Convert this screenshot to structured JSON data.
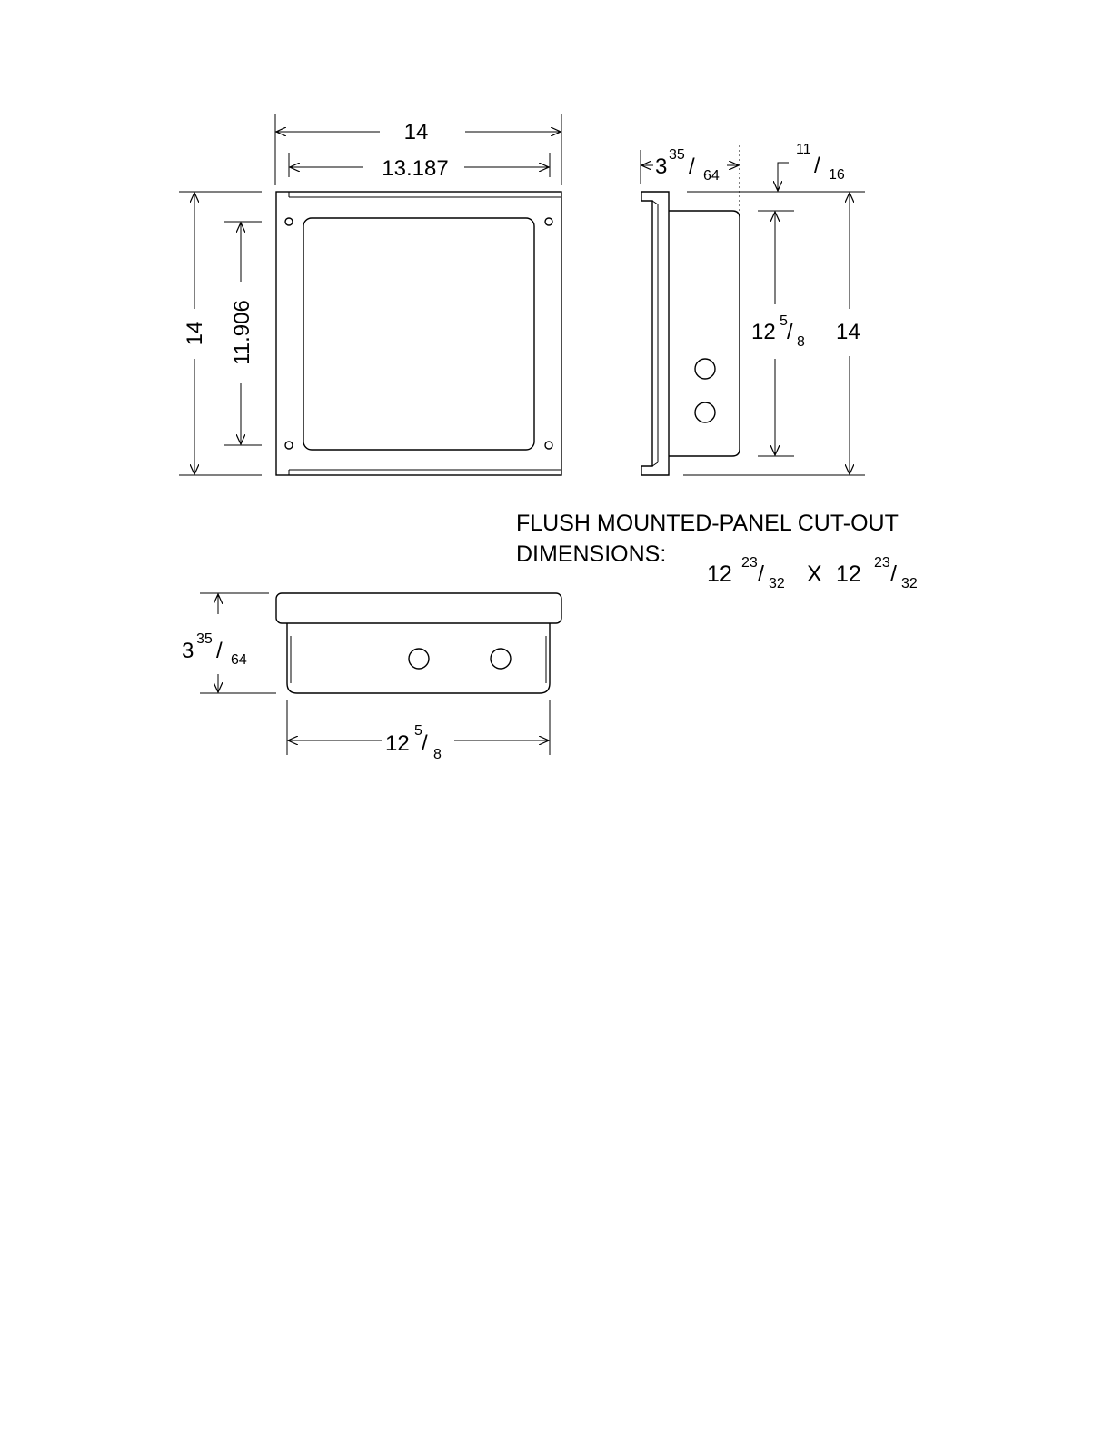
{
  "front_view": {
    "width_outer": "14",
    "width_inner": "13.187",
    "height_outer": "14",
    "height_inner": "11.906"
  },
  "side_view": {
    "depth_whole": "3",
    "depth_num": "35",
    "depth_den": "64",
    "flange_num": "11",
    "flange_den": "16",
    "body_whole": "12",
    "body_num": "5",
    "body_den": "8",
    "height_outer": "14"
  },
  "note": {
    "line1": "FLUSH MOUNTED-PANEL CUT-OUT",
    "line2": "DIMENSIONS:",
    "dim1_whole": "12",
    "dim1_num": "23",
    "dim1_den": "32",
    "times": "X",
    "dim2_whole": "12",
    "dim2_num": "23",
    "dim2_den": "32"
  },
  "bottom_view": {
    "depth_whole": "3",
    "depth_num": "35",
    "depth_den": "64",
    "width_whole": "12",
    "width_num": "5",
    "width_den": "8"
  },
  "colors": {
    "line": "#000000",
    "footer_rule": "#2f2fa8"
  }
}
